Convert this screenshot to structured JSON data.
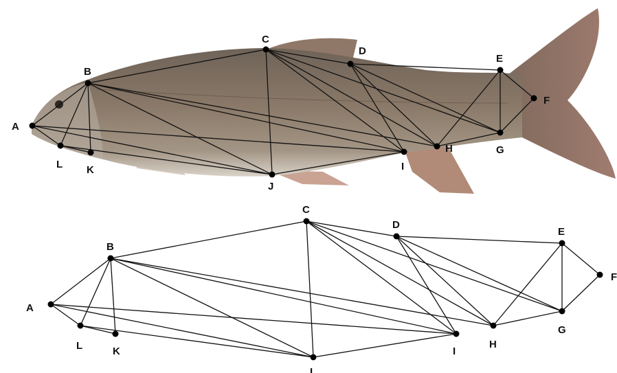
{
  "colors": {
    "background": "#ffffff",
    "fish_body": "#8a7968",
    "fish_belly": "#d9d2c8",
    "fish_fins": "#a9836d",
    "fish_tail": "#93766a",
    "line": "#111111",
    "point": "#000000"
  },
  "photo_panel": {
    "landmarks": [
      {
        "id": "A",
        "label": "A"
      },
      {
        "id": "B",
        "label": "B"
      },
      {
        "id": "C",
        "label": "C"
      },
      {
        "id": "D",
        "label": "D"
      },
      {
        "id": "E",
        "label": "E"
      },
      {
        "id": "F",
        "label": "F"
      },
      {
        "id": "G",
        "label": "G"
      },
      {
        "id": "H",
        "label": "H"
      },
      {
        "id": "I",
        "label": "I"
      },
      {
        "id": "J",
        "label": "J"
      },
      {
        "id": "K",
        "label": "K"
      },
      {
        "id": "L",
        "label": "L"
      }
    ]
  },
  "diagram_panel": {
    "landmarks": [
      {
        "id": "A",
        "label": "A"
      },
      {
        "id": "B",
        "label": "B"
      },
      {
        "id": "C",
        "label": "C"
      },
      {
        "id": "D",
        "label": "D"
      },
      {
        "id": "E",
        "label": "E"
      },
      {
        "id": "F",
        "label": "F"
      },
      {
        "id": "G",
        "label": "G"
      },
      {
        "id": "H",
        "label": "H"
      },
      {
        "id": "I",
        "label": "I"
      },
      {
        "id": "J",
        "label": "I"
      },
      {
        "id": "K",
        "label": "K"
      },
      {
        "id": "L",
        "label": "L"
      }
    ]
  },
  "truss_edges": [
    [
      "A",
      "B"
    ],
    [
      "A",
      "L"
    ],
    [
      "A",
      "J"
    ],
    [
      "A",
      "I"
    ],
    [
      "B",
      "C"
    ],
    [
      "B",
      "L"
    ],
    [
      "B",
      "K"
    ],
    [
      "B",
      "J"
    ],
    [
      "B",
      "I"
    ],
    [
      "B",
      "H"
    ],
    [
      "L",
      "K"
    ],
    [
      "L",
      "J"
    ],
    [
      "C",
      "D"
    ],
    [
      "C",
      "J"
    ],
    [
      "C",
      "I"
    ],
    [
      "C",
      "H"
    ],
    [
      "C",
      "G"
    ],
    [
      "D",
      "E"
    ],
    [
      "D",
      "I"
    ],
    [
      "D",
      "H"
    ],
    [
      "D",
      "G"
    ],
    [
      "E",
      "F"
    ],
    [
      "E",
      "G"
    ],
    [
      "E",
      "H"
    ],
    [
      "F",
      "G"
    ],
    [
      "G",
      "H"
    ],
    [
      "I",
      "J"
    ]
  ]
}
